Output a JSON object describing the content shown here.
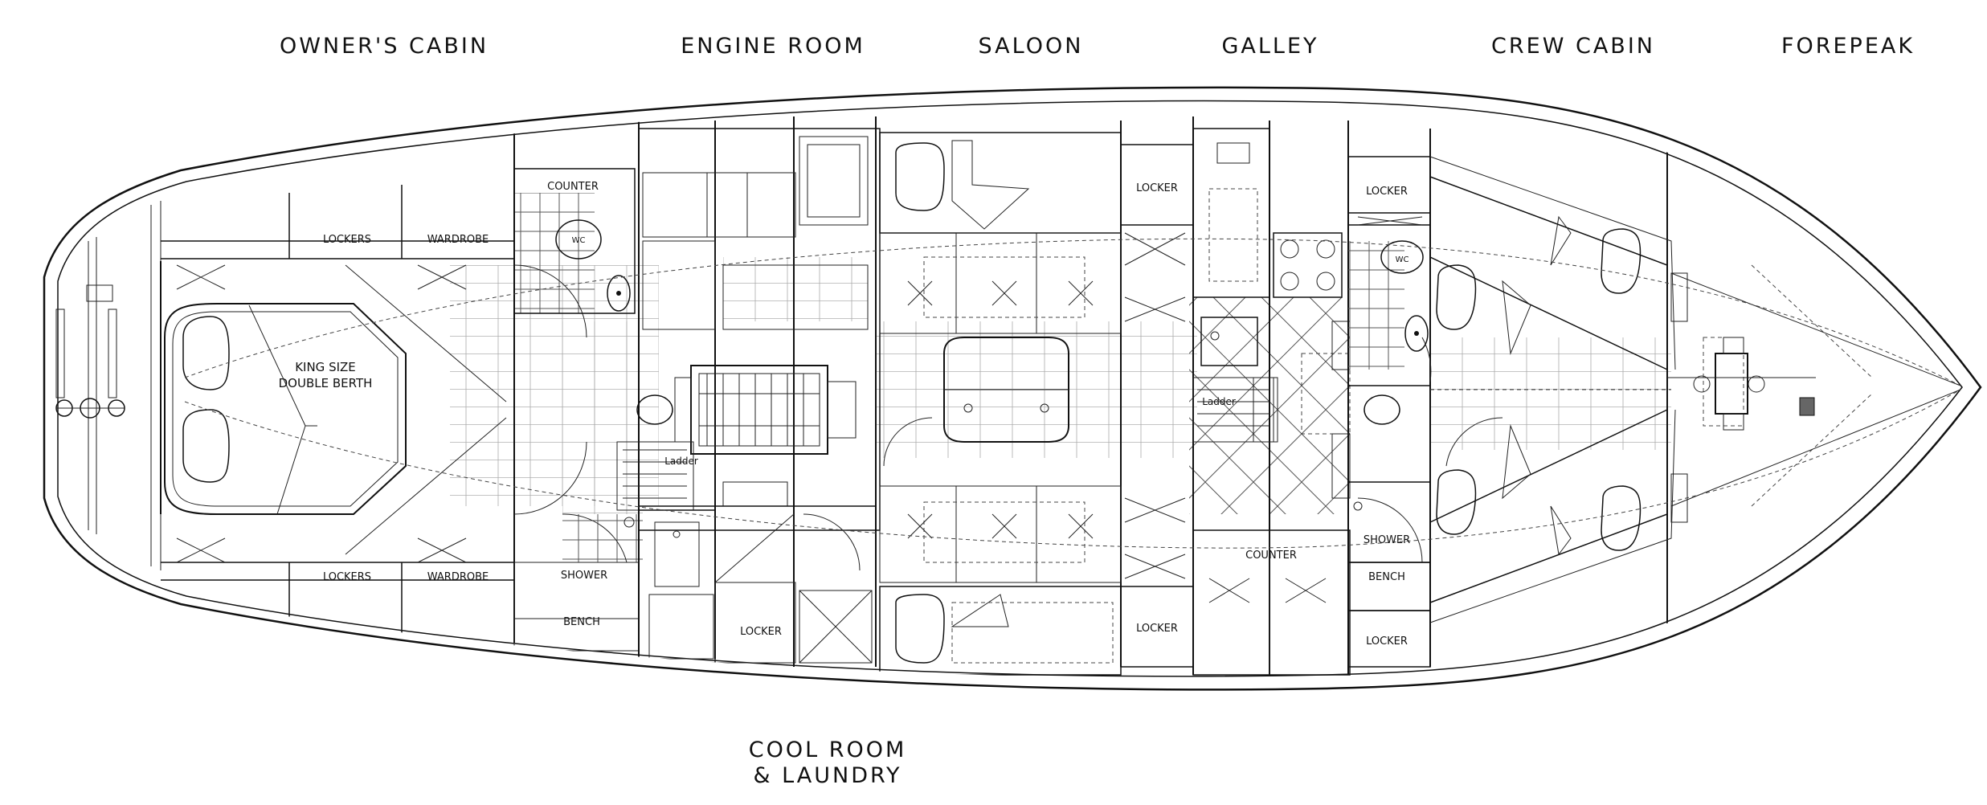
{
  "zones": {
    "owners_cabin": "OWNER'S CABIN",
    "engine_room": "ENGINE ROOM",
    "saloon": "SALOON",
    "galley": "GALLEY",
    "crew_cabin": "CREW CABIN",
    "forepeak": "FOREPEAK",
    "cool_room_line1": "COOL ROOM",
    "cool_room_line2": "& LAUNDRY"
  },
  "labels": {
    "lockers_top": "LOCKERS",
    "wardrobe_top": "WARDROBE",
    "lockers_bottom": "LOCKERS",
    "wardrobe_bottom": "WARDROBE",
    "king_size_1": "KING SIZE",
    "king_size_2": "DOUBLE BERTH",
    "counter_owner": "COUNTER",
    "shower_owner": "SHOWER",
    "bench_owner": "BENCH",
    "ladder_engine": "Ladder",
    "locker_cool": "LOCKER",
    "locker_saloon_top": "LOCKER",
    "locker_saloon_bottom": "LOCKER",
    "ladder_galley": "Ladder",
    "counter_galley": "COUNTER",
    "locker_crew_top": "LOCKER",
    "shower_crew": "SHOWER",
    "bench_crew": "BENCH",
    "locker_crew_bottom": "LOCKER",
    "wc": "WC"
  },
  "colors": {
    "line": "#111111",
    "background": "#ffffff"
  }
}
